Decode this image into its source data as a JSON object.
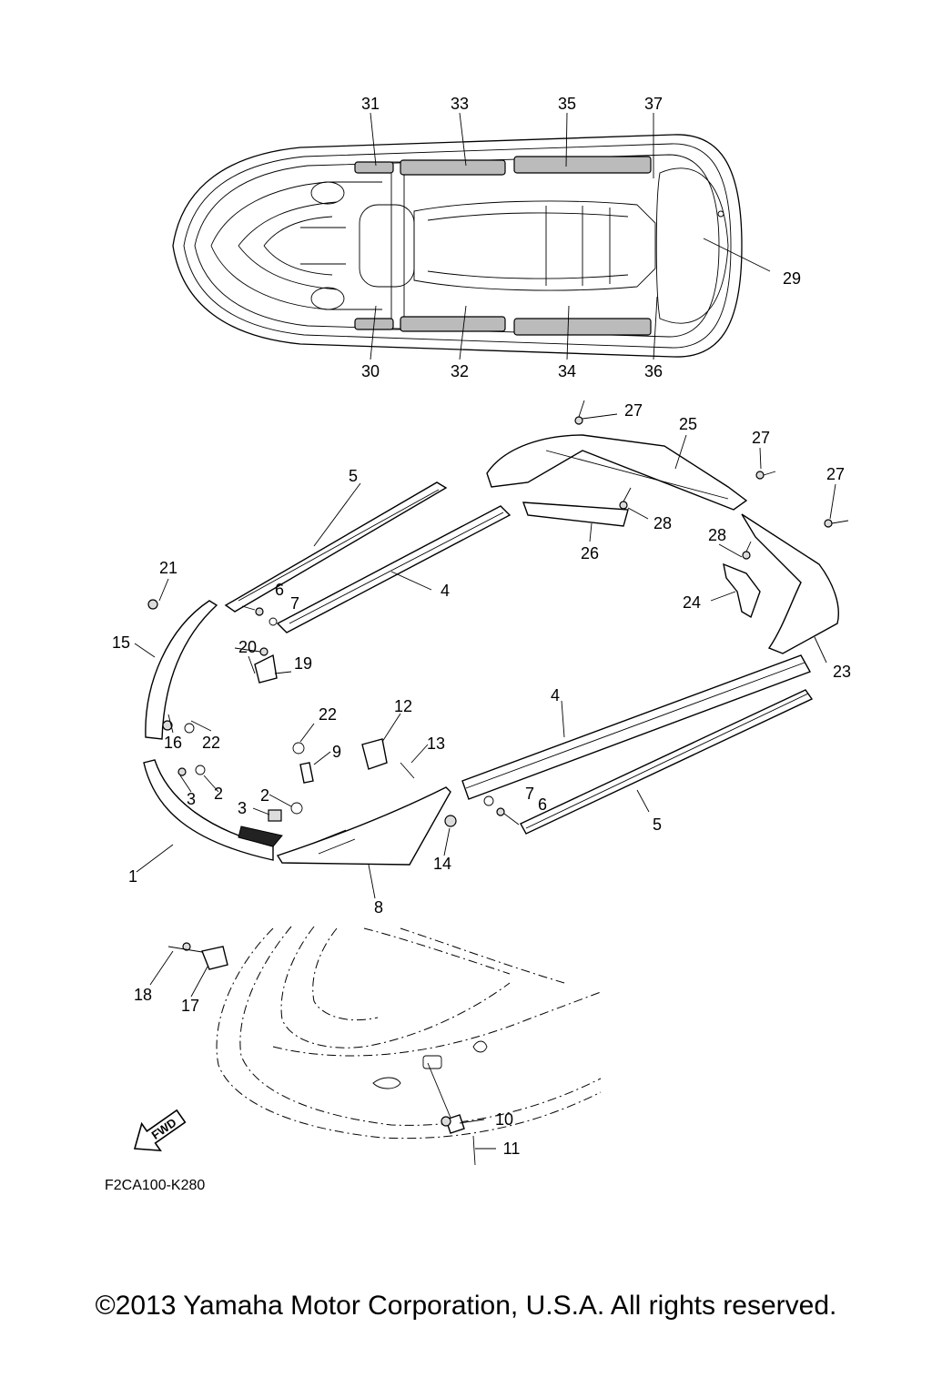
{
  "diagram": {
    "callouts": [
      "1",
      "2",
      "3",
      "4",
      "5",
      "6",
      "7",
      "8",
      "9",
      "10",
      "11",
      "12",
      "13",
      "14",
      "15",
      "16",
      "17",
      "18",
      "19",
      "20",
      "21",
      "22",
      "23",
      "24",
      "25",
      "26",
      "27",
      "28",
      "29",
      "30",
      "31",
      "32",
      "33",
      "34",
      "35",
      "36",
      "37"
    ],
    "fwd_label": "FWD",
    "drawing_code": "F2CA100-K280"
  },
  "footer": {
    "copyright": "©2013 Yamaha Motor Corporation, U.S.A. All rights reserved."
  }
}
